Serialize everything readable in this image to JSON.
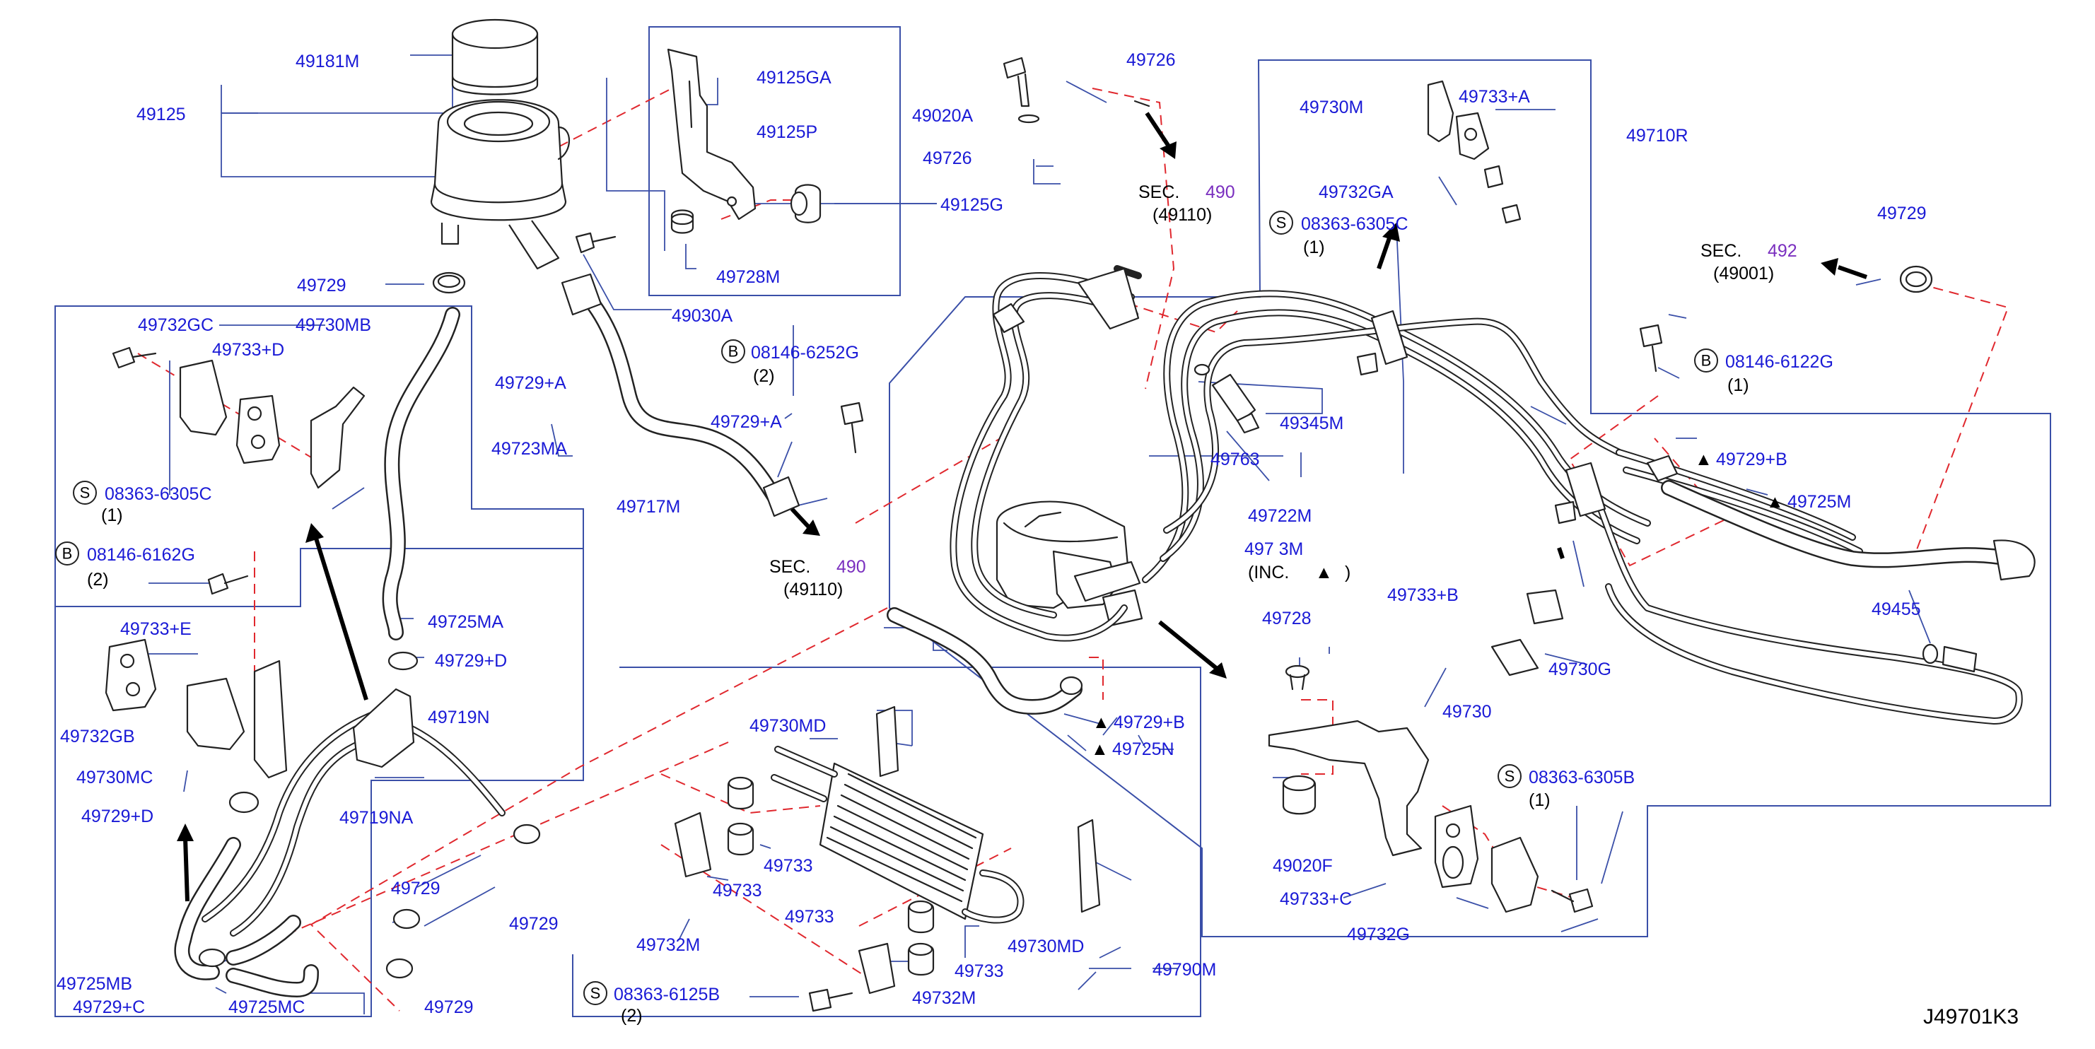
{
  "diagram": {
    "code": "J49701K3",
    "labels": {
      "p49125": "49125",
      "p49181M": "49181M",
      "p49125GA": "49125GA",
      "p49125P": "49125P",
      "p49125G": "49125G",
      "p49728M": "49728M",
      "p49030A": "49030A",
      "p49729_top": "49729",
      "p49729A_1": "49729+A",
      "p49729A_2": "49729+A",
      "p49717M": "49717M",
      "p49723MA": "49723MA",
      "p49732GC": "49732GC",
      "p49730MB": "49730MB",
      "p49733D": "49733+D",
      "s08363_6305C_left": "08363-6305C",
      "q1_left": "(1)",
      "b08146_left": "08146-6162G",
      "q2_left": "(2)",
      "p49725MA": "49725MA",
      "p49729D_1": "49729+D",
      "p49733E": "49733+E",
      "p49719N": "49719N",
      "p49732GB": "49732GB",
      "p49730MC": "49730MC",
      "p49719NA": "49719NA",
      "p49729D_2": "49729+D",
      "p49729_l1": "49729",
      "p49729_l2": "49729",
      "p49729_l3": "49729",
      "p49725MB": "49725MB",
      "p49729C": "49729+C",
      "p49725MC": "49725MC",
      "p49020A": "49020A",
      "p49726_1": "49726",
      "p49726_2": "49726",
      "sec_left": "SEC.",
      "sec_left_num": "490",
      "sec_left_code": "(49110)",
      "sec_top": "SEC.",
      "sec_top_num": "490",
      "sec_top_code": "(49110)",
      "b08146_6252G": "08146-6252G",
      "q2_b": "(2)",
      "p49730MD_1": "49730MD",
      "p49733_1": "49733",
      "p49733_2": "49733",
      "p49733_3": "49733",
      "p49733_4": "49733",
      "p49732M_1": "49732M",
      "p49732M_2": "49732M",
      "p49730MD_2": "49730MD",
      "p49790M": "49790M",
      "s08363_6125B": "08363-6125B",
      "q2_s": "(2)",
      "p49730M": "49730M",
      "p49733A": "49733+A",
      "p49710R": "49710R",
      "p49732GA": "49732GA",
      "s08363_6305C_top": "08363-6305C",
      "q1_top": "(1)",
      "p49345M": "49345M",
      "p49763": "49763",
      "p49722M": "49722M",
      "p49713M": "497 3M",
      "inc": "(INC.",
      "inc_end": ")",
      "p49728": "49728",
      "p49733B": "49733+B",
      "p49730G": "49730G",
      "p49730": "49730",
      "p49020F": "49020F",
      "p49733C": "49733+C",
      "p49732G": "49732G",
      "s08363_6305B": "08363-6305B",
      "q1_s": "(1)",
      "p49729B_1": "49729+B",
      "p49725N": "49725N",
      "p49729_right": "49729",
      "sec_right": "SEC.",
      "sec_right_num": "492",
      "sec_right_code": "(49001)",
      "b08146_6122G": "08146-6122G",
      "q1_b": "(1)",
      "p49729B_2": "49729+B",
      "p49725M": "49725M",
      "p49455": "49455"
    },
    "symbols": {
      "s": "S",
      "b": "B",
      "tri": "▲"
    },
    "colors": {
      "label": "#1a1ad6",
      "section": "#7a2fbf",
      "leader": "#3a4fa8",
      "dashed": "#e0282e",
      "line": "#222222"
    }
  }
}
